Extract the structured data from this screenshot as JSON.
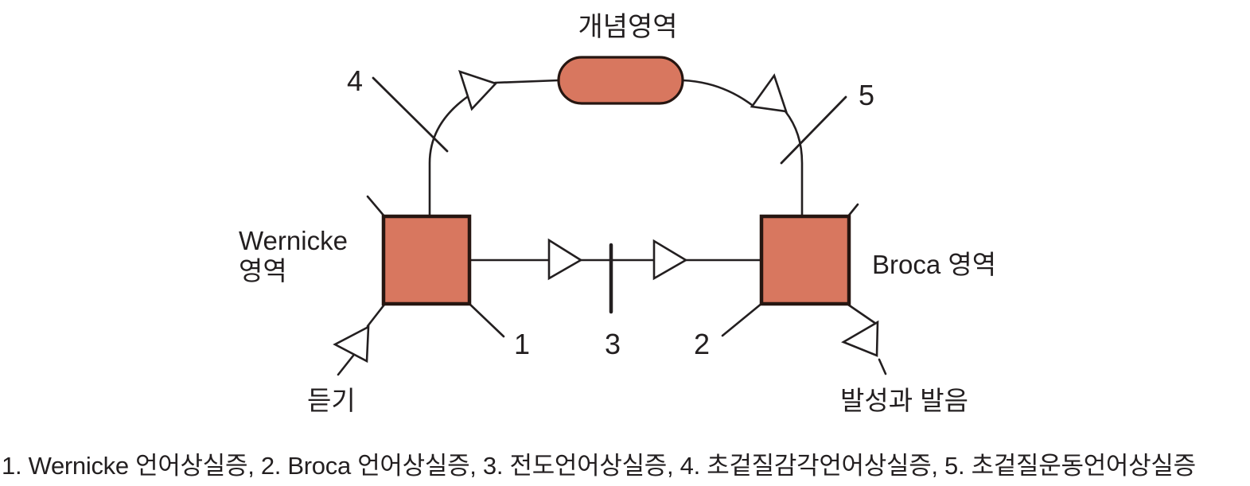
{
  "colors": {
    "region_fill": "#D8775F",
    "region_border": "#261611",
    "line": "#231F20",
    "background": "#FFFFFF"
  },
  "labels": {
    "concept_area": "개념영역",
    "wernicke": "Wernicke\n영역",
    "broca": "Broca 영역",
    "listening": "듣기",
    "speech": "발성과 발음"
  },
  "markers": {
    "m1": "1",
    "m2": "2",
    "m3": "3",
    "m4": "4",
    "m5": "5"
  },
  "caption": "1. Wernicke 언어상실증, 2. Broca 언어상실증, 3. 전도언어상실증, 4. 초겉질감각언어상실증, 5. 초겉질운동언어상실증"
}
